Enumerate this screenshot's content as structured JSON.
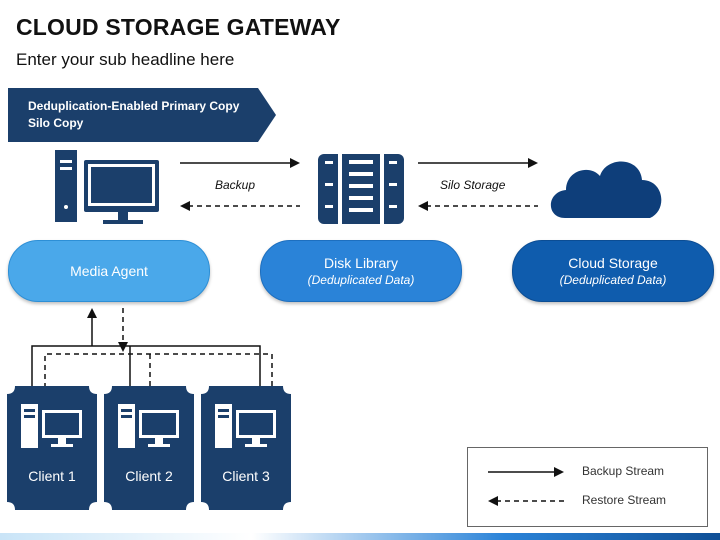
{
  "slide": {
    "title": "CLOUD STORAGE GATEWAY",
    "subtitle": "Enter your sub headline here"
  },
  "banner": {
    "line1": "Deduplication-Enabled Primary Copy",
    "line2": "Silo Copy"
  },
  "nodes": {
    "media_agent": {
      "label": "Media Agent",
      "icon": "computer-icon"
    },
    "disk_library": {
      "label": "Disk Library",
      "sublabel": "(Deduplicated Data)",
      "icon": "server-rack-icon"
    },
    "cloud_storage": {
      "label": "Cloud Storage",
      "sublabel": "(Deduplicated Data)",
      "icon": "cloud-icon"
    }
  },
  "edges": {
    "backup": "Backup",
    "silo_storage": "Silo Storage"
  },
  "clients": [
    {
      "label": "Client 1",
      "icon": "computer-icon"
    },
    {
      "label": "Client 2",
      "icon": "computer-icon"
    },
    {
      "label": "Client 3",
      "icon": "computer-icon"
    }
  ],
  "legend": {
    "backup_stream": "Backup Stream",
    "restore_stream": "Restore Stream"
  },
  "colors": {
    "navy": "#1b3f6b",
    "light_blue": "#4aa8ea",
    "mid_blue": "#2a83d8",
    "dark_blue": "#0f5cad",
    "cloud": "#0e3e7a"
  }
}
